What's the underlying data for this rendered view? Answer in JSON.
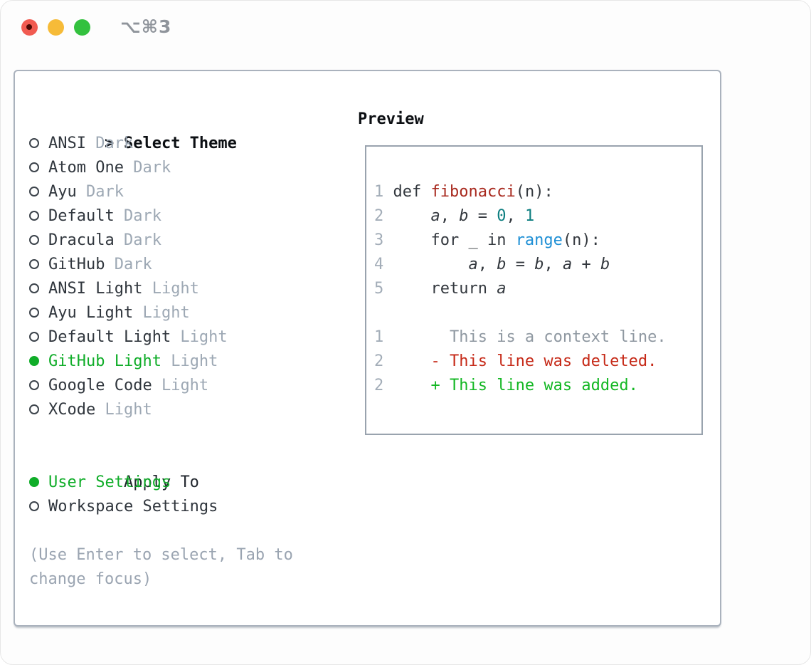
{
  "window": {
    "title": "⌥⌘3",
    "traffic_lights": [
      "close",
      "minimize",
      "zoom"
    ]
  },
  "selector": {
    "header": {
      "cursor": ">",
      "label": "Select Theme"
    },
    "themes": [
      {
        "name": "ANSI",
        "variant": "Dark",
        "selected": false
      },
      {
        "name": "Atom One",
        "variant": "Dark",
        "selected": false
      },
      {
        "name": "Ayu",
        "variant": "Dark",
        "selected": false
      },
      {
        "name": "Default",
        "variant": "Dark",
        "selected": false
      },
      {
        "name": "Dracula",
        "variant": "Dark",
        "selected": false
      },
      {
        "name": "GitHub",
        "variant": "Dark",
        "selected": false
      },
      {
        "name": "ANSI Light",
        "variant": "Light",
        "selected": false
      },
      {
        "name": "Ayu Light",
        "variant": "Light",
        "selected": false
      },
      {
        "name": "Default Light",
        "variant": "Light",
        "selected": false
      },
      {
        "name": "GitHub Light",
        "variant": "Light",
        "selected": true
      },
      {
        "name": "Google Code",
        "variant": "Light",
        "selected": false
      },
      {
        "name": "XCode",
        "variant": "Light",
        "selected": false
      }
    ],
    "apply_to": {
      "label": "Apply To",
      "options": [
        {
          "name": "User Settings",
          "selected": true
        },
        {
          "name": "Workspace Settings",
          "selected": false
        }
      ]
    },
    "hint": "(Use Enter to select, Tab to change focus)"
  },
  "preview": {
    "label": "Preview",
    "lines": [
      {
        "num": "1",
        "tokens": [
          [
            "plain",
            "def "
          ],
          [
            "fn",
            "fibonacci"
          ],
          [
            "plain",
            "(n):"
          ]
        ]
      },
      {
        "num": "2",
        "tokens": [
          [
            "plain",
            "    "
          ],
          [
            "var",
            "a"
          ],
          [
            "plain",
            ", "
          ],
          [
            "var",
            "b"
          ],
          [
            "plain",
            " = "
          ],
          [
            "num",
            "0"
          ],
          [
            "plain",
            ", "
          ],
          [
            "num",
            "1"
          ]
        ]
      },
      {
        "num": "3",
        "tokens": [
          [
            "plain",
            "    for _ in "
          ],
          [
            "call",
            "range"
          ],
          [
            "plain",
            "(n):"
          ]
        ]
      },
      {
        "num": "4",
        "tokens": [
          [
            "plain",
            "        "
          ],
          [
            "var",
            "a"
          ],
          [
            "plain",
            ", "
          ],
          [
            "var",
            "b"
          ],
          [
            "plain",
            " = "
          ],
          [
            "var",
            "b"
          ],
          [
            "plain",
            ", "
          ],
          [
            "var",
            "a"
          ],
          [
            "plain",
            " + "
          ],
          [
            "var",
            "b"
          ]
        ]
      },
      {
        "num": "5",
        "tokens": [
          [
            "plain",
            "    return "
          ],
          [
            "var",
            "a"
          ]
        ]
      },
      {
        "num": "",
        "tokens": []
      },
      {
        "num": "1",
        "tokens": [
          [
            "ctx",
            "      This is a context line."
          ]
        ]
      },
      {
        "num": "2",
        "tokens": [
          [
            "del",
            "    - This line was deleted."
          ]
        ]
      },
      {
        "num": "2",
        "tokens": [
          [
            "add",
            "    + This line was added."
          ]
        ]
      }
    ]
  },
  "colors": {
    "selection_green": "#10ad29",
    "added_green": "#13b723",
    "deleted_red": "#c62a18",
    "function_red": "#a8291e",
    "number_teal": "#0d7e80",
    "call_blue": "#1e8fd5",
    "muted_gray": "#9da8b4",
    "panel_border": "#aab2bd",
    "traffic_red": "#f15b51",
    "traffic_yellow": "#f6bb38",
    "traffic_green": "#33c13e"
  }
}
